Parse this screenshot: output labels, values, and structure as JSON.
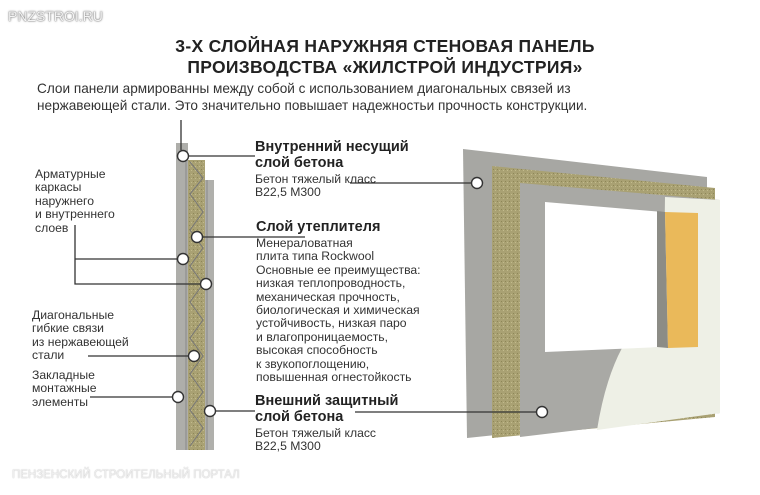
{
  "watermark_top": "PNZSTROI.RU",
  "watermark_bottom": "ПЕНЗЕНСКИЙ СТРОИТЕЛЬНЫЙ ПОРТАЛ",
  "title": [
    "3-Х СЛОЙНАЯ НАРУЖНЯЯ СТЕНОВАЯ ПАНЕЛЬ",
    "ПРОИЗВОДСТВА «ЖИЛСТРОЙ ИНДУСТРИЯ»"
  ],
  "intro": [
    "Слои панели армированны между собой с использованием диагональных связей из",
    "нержавеющей стали.  Это значительно повышает надежностьи прочность  конструкции."
  ],
  "labels": {
    "inner_layer": {
      "title": [
        "Внутренний несущий",
        "слой бетона"
      ],
      "text": [
        "Бетон тяжелый класс",
        "B22,5 M300"
      ]
    },
    "insulation": {
      "title": [
        "Слой утеплителя"
      ],
      "text": [
        "Менераловатная",
        "плита типа Rockwool",
        "Основные ее преимущества:",
        "низкая теплопроводность,",
        "механическая прочность,",
        "биологическая и химическая",
        "устойчивость, низкая паро",
        "и влагопроницаемость,",
        "высокая способность",
        "к звукопоглощению,",
        "повышенная огнестойкость"
      ]
    },
    "outer_layer": {
      "title": [
        "Внешний защитный",
        "слой бетона"
      ],
      "text": [
        "Бетон тяжелый класс",
        "B22,5 M300"
      ]
    },
    "rebar": [
      "Арматурные",
      "каркасы",
      "наружнего",
      "и внутреннего",
      "слоев"
    ],
    "ties": [
      "Диагональные",
      "гибкие связи",
      "из нержавеющей",
      "стали"
    ],
    "embedded": [
      "Закладные",
      "монтажные",
      "элементы"
    ]
  },
  "colors": {
    "concrete": "#a9a9a4",
    "insulation": "#a9a173",
    "yellow": "#eab95a",
    "plaster": "#eef0e6"
  }
}
